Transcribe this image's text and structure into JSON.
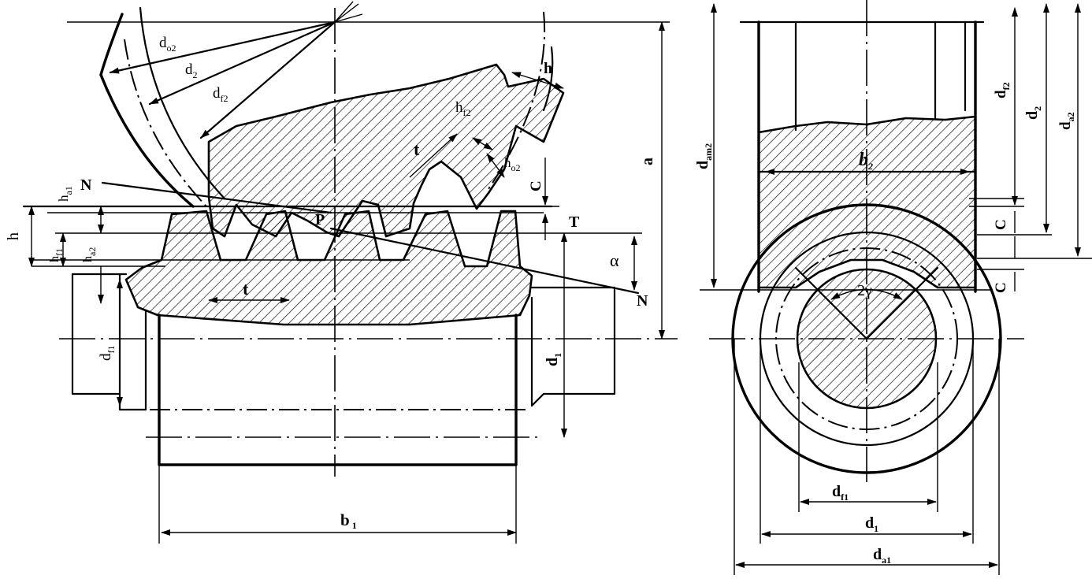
{
  "labels": {
    "d_o2": {
      "main": "d",
      "sub": "o2"
    },
    "d_2_left": {
      "main": "d",
      "sub": "2"
    },
    "d_f2_left": {
      "main": "d",
      "sub": "f2"
    },
    "h_top": "h",
    "h_f2": {
      "main": "h",
      "sub": "f2"
    },
    "t_top": "t",
    "h_o2": {
      "main": "h",
      "sub": "o2"
    },
    "c_upper": "C",
    "a": "a",
    "h_a1": {
      "main": "h",
      "sub": "a1"
    },
    "n_left": "N",
    "p": "P",
    "t_right": "T",
    "h_left": "h",
    "h_f1": {
      "main": "h",
      "sub": "f1"
    },
    "h_a2": {
      "main": "h",
      "sub": "a2"
    },
    "alpha": "α",
    "n_right": "N",
    "t_bottom": "t",
    "d_f1_left": {
      "main": "d",
      "sub": "f1"
    },
    "d_1_left": {
      "main": "d",
      "sub": "1"
    },
    "b_1": {
      "main": "b",
      "sub": "1"
    },
    "d_am2": {
      "main": "d",
      "sub": "am2"
    },
    "b_2": {
      "main": "b",
      "sub": "2"
    },
    "d_f2_right": {
      "main": "d",
      "sub": "f2"
    },
    "d_2_right": {
      "main": "d",
      "sub": "2"
    },
    "d_a2": {
      "main": "d",
      "sub": "a2"
    },
    "c_right_upper": "C",
    "c_right_lower": "C",
    "two_gamma": "2γ",
    "d_f1_bottom": {
      "main": "d",
      "sub": "f1"
    },
    "d_1_bottom": {
      "main": "d",
      "sub": "1"
    },
    "d_a1": {
      "main": "d",
      "sub": "a1"
    }
  }
}
